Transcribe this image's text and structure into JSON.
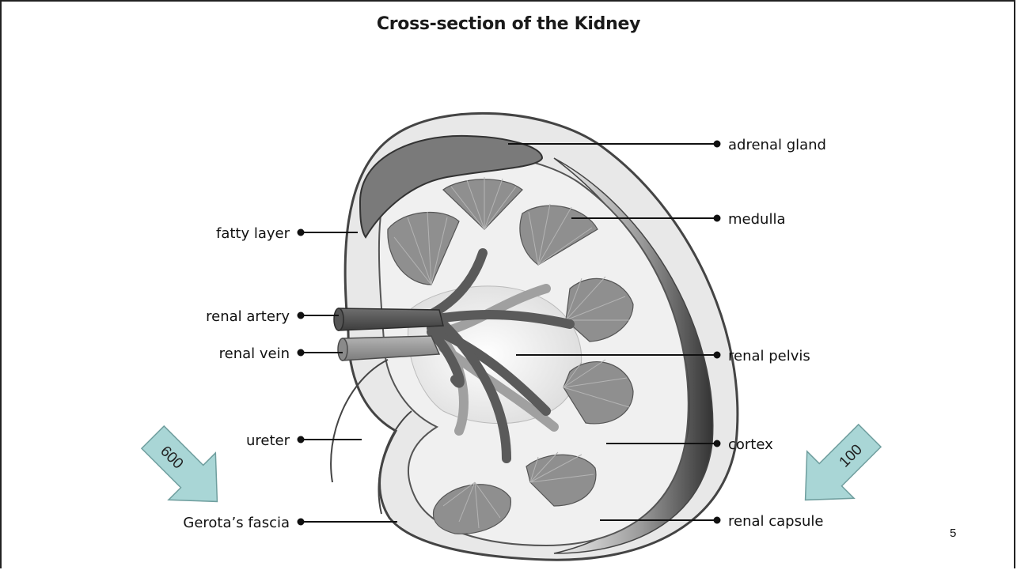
{
  "title": "Cross-section of the Kidney",
  "labels": {
    "adrenal_gland": "adrenal gland",
    "medulla": "medulla",
    "fatty_layer": "fatty layer",
    "renal_artery": "renal artery",
    "renal_vein": "renal vein",
    "renal_pelvis": "renal pelvis",
    "ureter": "ureter",
    "cortex": "cortex",
    "gerotas_fascia": "Gerota’s fascia",
    "renal_capsule": "renal capsule"
  },
  "arrows": {
    "left_value": "600",
    "right_value": "100",
    "color": "#a9d6d6"
  },
  "page_number": "5"
}
